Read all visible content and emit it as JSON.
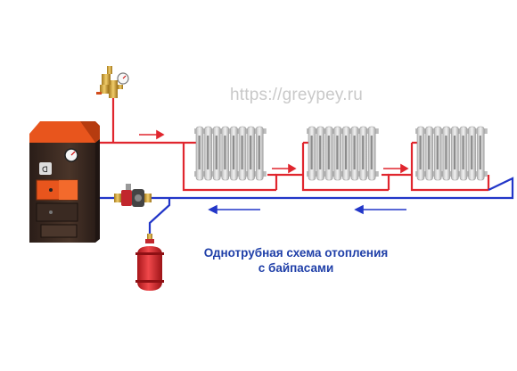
{
  "watermark": "https://greypey.ru",
  "caption": {
    "line1": "Однотрубная схема отопления",
    "line2": "с байпасами"
  },
  "colors": {
    "supply_pipe": "#e0262e",
    "return_pipe": "#2236c8",
    "boiler_body": "#3a2a22",
    "boiler_top": "#e8551d",
    "radiator": "#d8d8d8",
    "expansion_tank": "#d6262a",
    "caption": "#1f3fa8"
  },
  "components": {
    "boiler": "boiler",
    "pump": "circulation-pump",
    "tank": "expansion-tank",
    "safety_group": "safety-group",
    "radiators": [
      "radiator-1",
      "radiator-2",
      "radiator-3"
    ]
  }
}
